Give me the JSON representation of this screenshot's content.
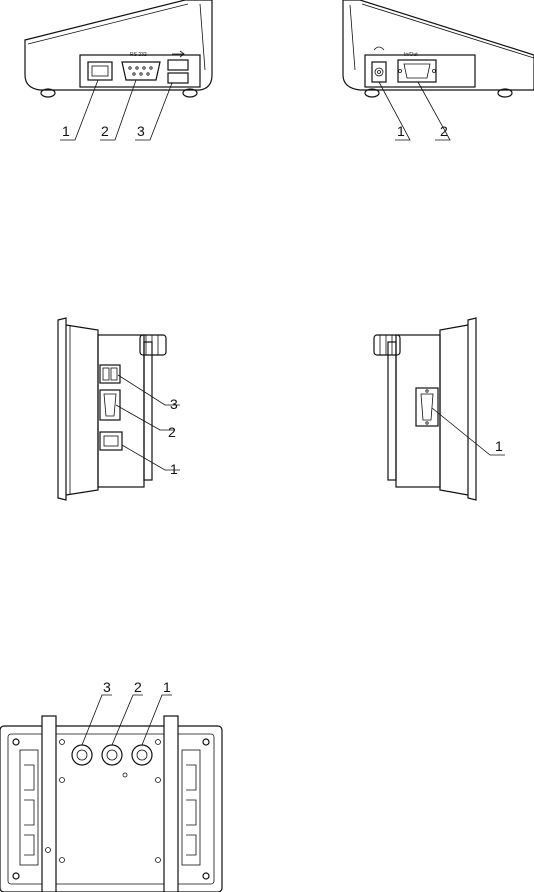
{
  "views": {
    "top_left": {
      "callouts": [
        "1",
        "2",
        "3"
      ],
      "port_labels": [
        "RS 232"
      ]
    },
    "top_right": {
      "callouts": [
        "1",
        "2"
      ],
      "port_labels": [
        "In/Out"
      ]
    },
    "middle_left": {
      "callouts": [
        "3",
        "2",
        "1"
      ]
    },
    "middle_right": {
      "callouts": [
        "1"
      ]
    },
    "bottom": {
      "callouts": [
        "3",
        "2",
        "1"
      ]
    }
  }
}
